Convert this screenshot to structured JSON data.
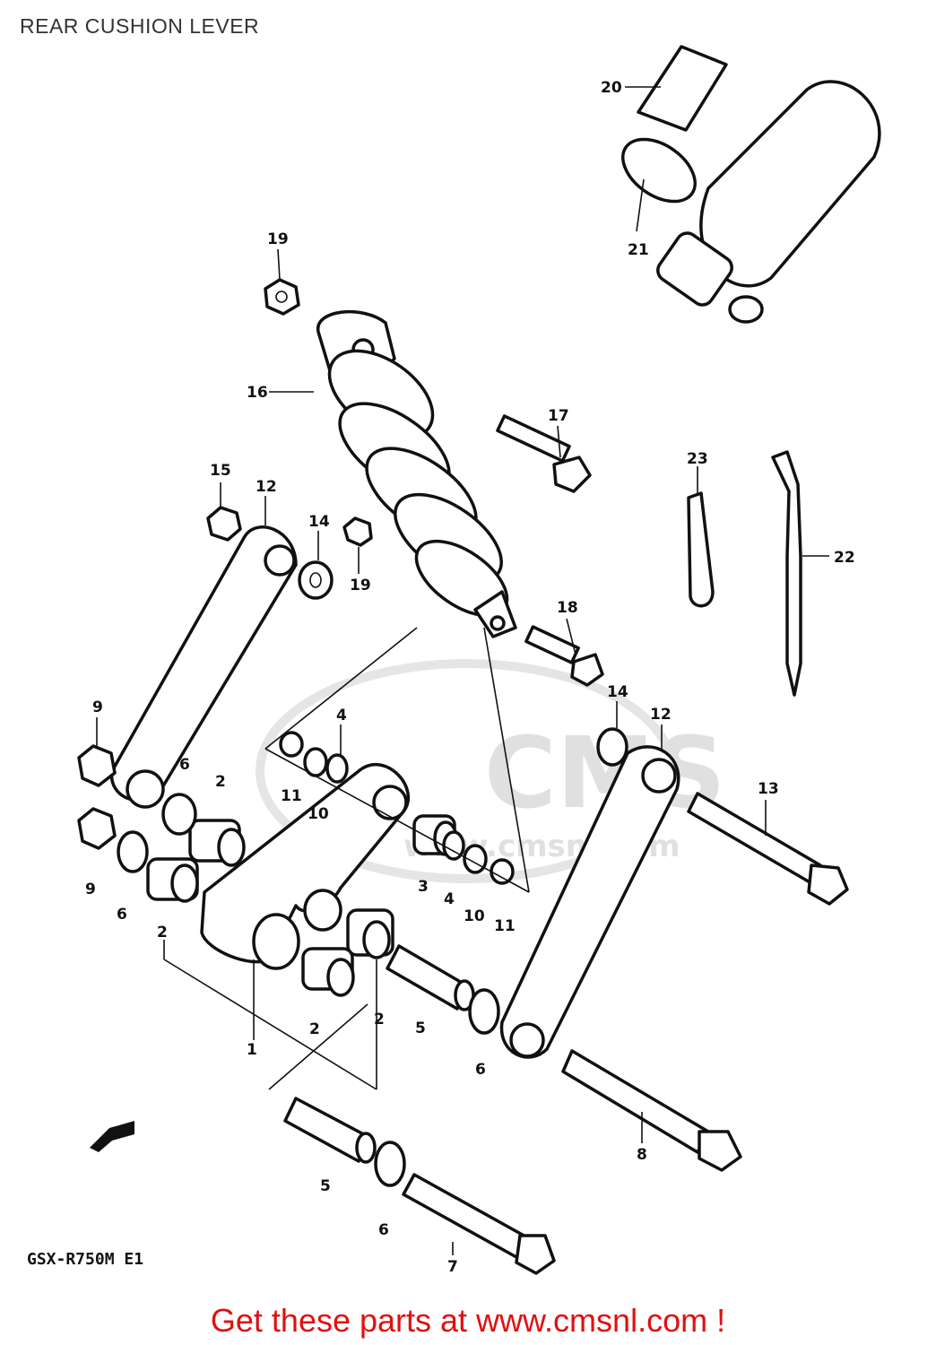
{
  "header": {
    "title": "REAR CUSHION LEVER"
  },
  "watermark": {
    "text": "CMS",
    "url_text": "www.cmsnl.com"
  },
  "callouts": {
    "c1": "1",
    "c2a": "2",
    "c2b": "2",
    "c2c": "2",
    "c2d": "2",
    "c3": "3",
    "c4a": "4",
    "c4b": "4",
    "c5a": "5",
    "c5b": "5",
    "c6a": "6",
    "c6b": "6",
    "c6c": "6",
    "c6d": "6",
    "c7": "7",
    "c8": "8",
    "c9a": "9",
    "c9b": "9",
    "c10a": "10",
    "c10b": "10",
    "c11a": "11",
    "c11b": "11",
    "c12a": "12",
    "c12b": "12",
    "c13": "13",
    "c14a": "14",
    "c14b": "14",
    "c15": "15",
    "c16": "16",
    "c17": "17",
    "c18": "18",
    "c19a": "19",
    "c19b": "19",
    "c20": "20",
    "c21": "21",
    "c22": "22",
    "c23": "23"
  },
  "model_code": "GSX-R750M E1",
  "footer": {
    "promo": "Get these parts at www.cmsnl.com !"
  }
}
